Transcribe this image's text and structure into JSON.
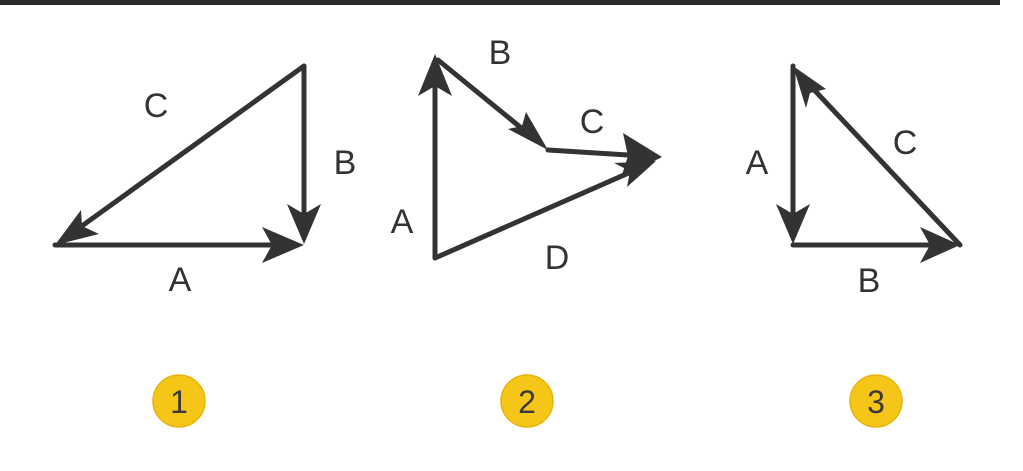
{
  "diagrams": [
    {
      "badge": "1",
      "vectors": [
        {
          "label": "A",
          "direction": "right"
        },
        {
          "label": "B",
          "direction": "down"
        },
        {
          "label": "C",
          "direction": "down-left"
        }
      ]
    },
    {
      "badge": "2",
      "vectors": [
        {
          "label": "A",
          "direction": "up"
        },
        {
          "label": "B",
          "direction": "down-right"
        },
        {
          "label": "C",
          "direction": "right"
        },
        {
          "label": "D",
          "direction": "up-right"
        }
      ]
    },
    {
      "badge": "3",
      "vectors": [
        {
          "label": "A",
          "direction": "down"
        },
        {
          "label": "B",
          "direction": "right"
        },
        {
          "label": "C",
          "direction": "up-left"
        }
      ]
    }
  ],
  "colors": {
    "stroke": "#333333",
    "badge_fill": "#f5c518",
    "top_bar": "#2b2b2b"
  }
}
